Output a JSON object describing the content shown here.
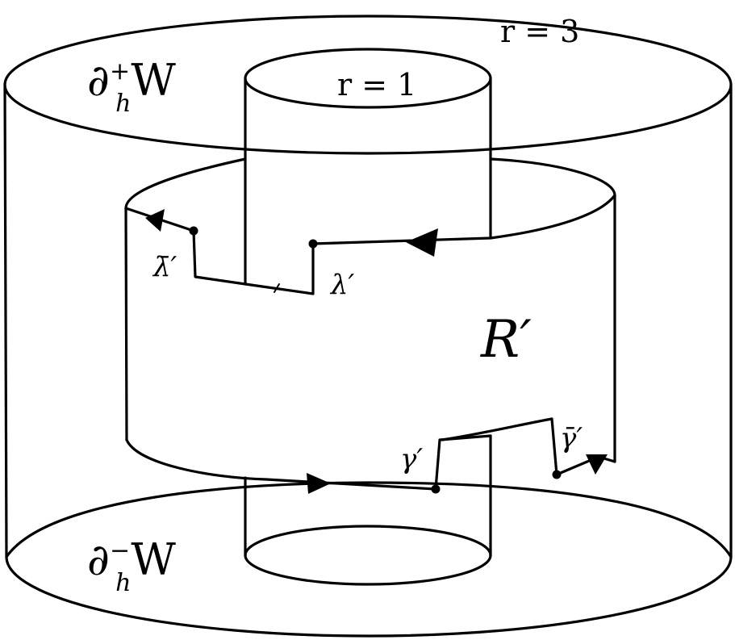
{
  "labels": {
    "r_outer": "r = 3",
    "r_inner": "r = 1",
    "top_boundary": "∂h+W",
    "bottom_boundary": "∂h−W",
    "region": "R′",
    "lambda": "λ′",
    "lambda_bar": "λ̄′",
    "gamma": "γ′",
    "gamma_bar": "γ̄′"
  }
}
